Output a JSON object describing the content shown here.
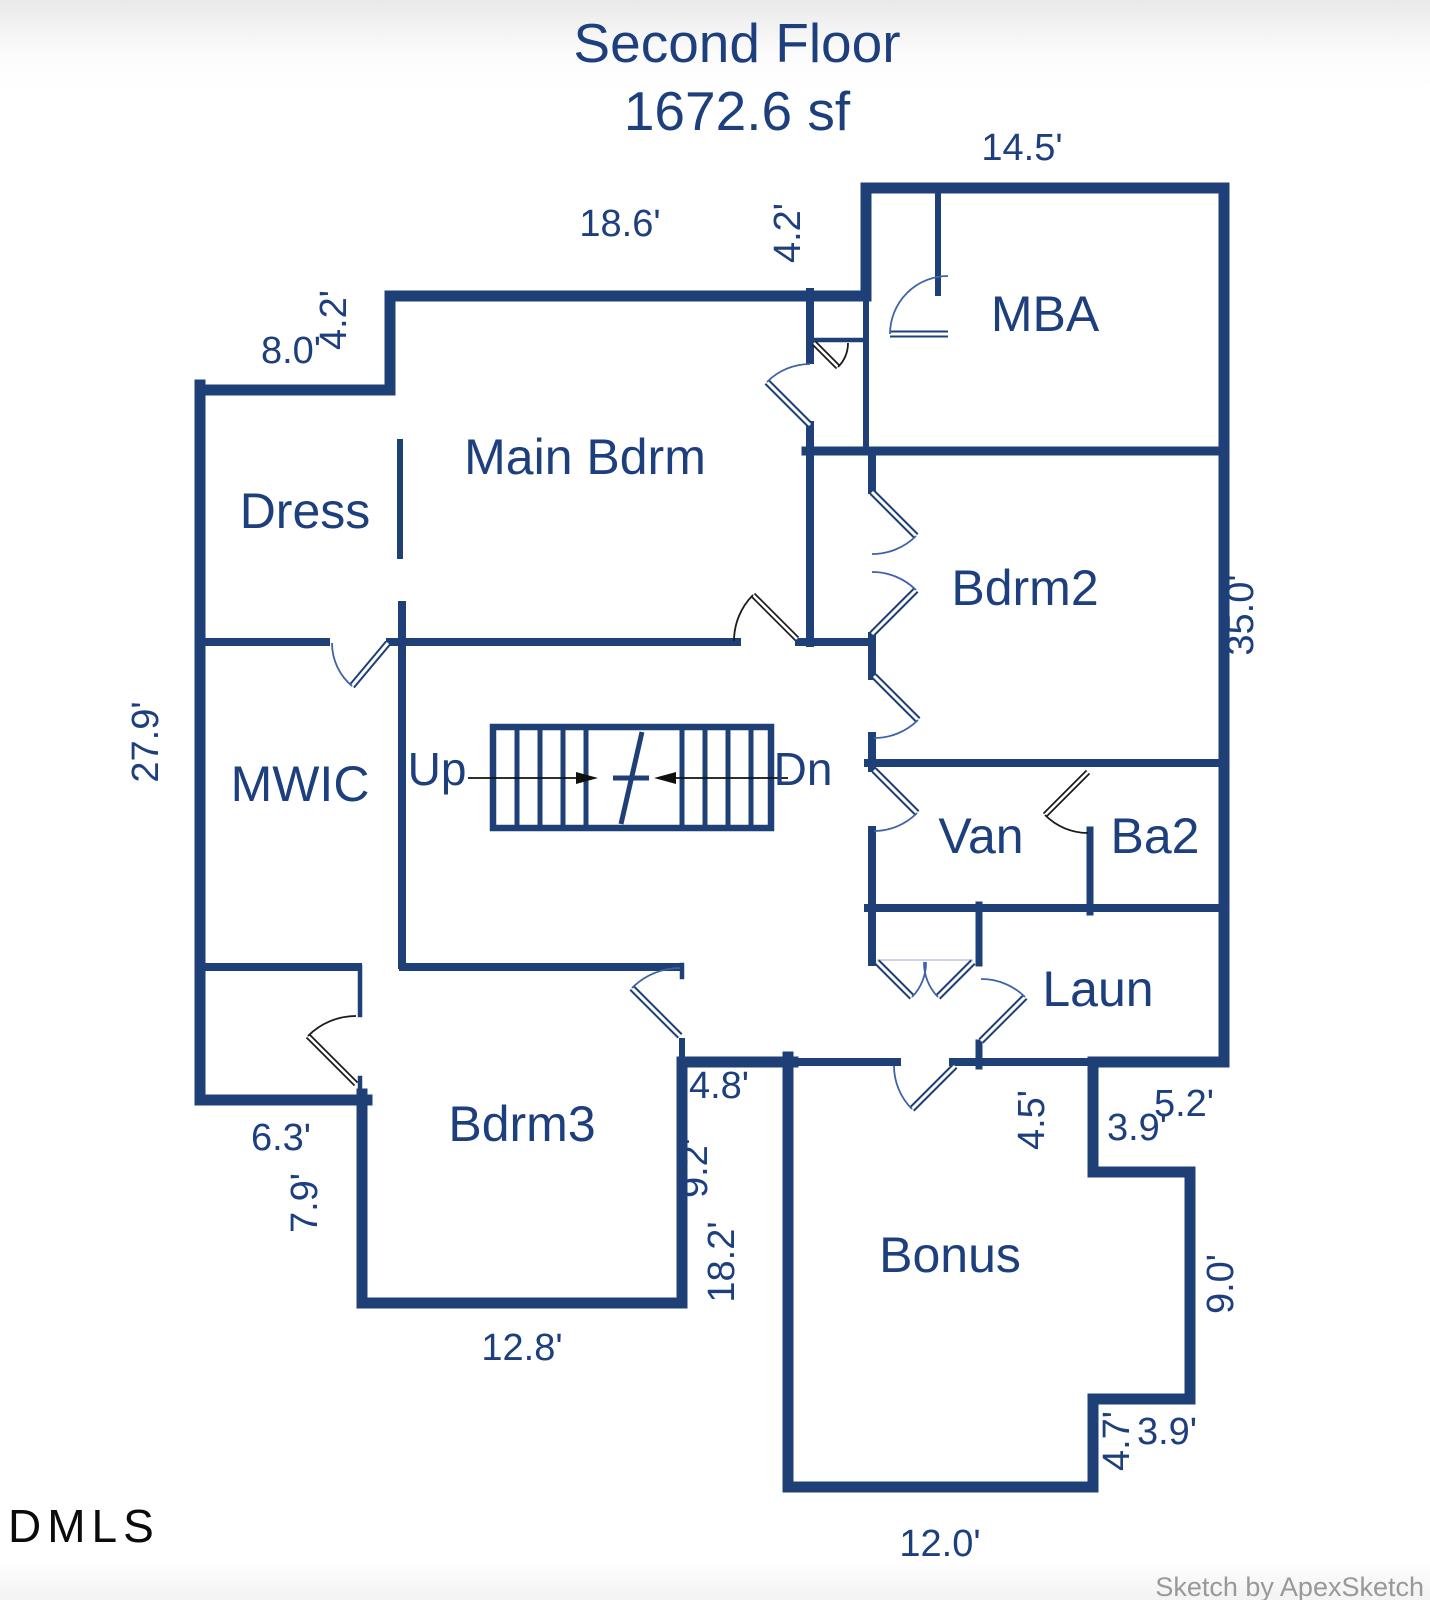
{
  "title": {
    "line1": "Second Floor",
    "line2": "1672.6 sf"
  },
  "rooms": {
    "mba": "MBA",
    "main_bdrm": "Main Bdrm",
    "dress": "Dress",
    "bdrm2": "Bdrm2",
    "mwic": "MWIC",
    "van": "Van",
    "ba2": "Ba2",
    "laun": "Laun",
    "bdrm3": "Bdrm3",
    "bonus": "Bonus"
  },
  "stairs": {
    "up": "Up",
    "dn": "Dn"
  },
  "dims": {
    "top": "14.5'",
    "main_top": "18.6'",
    "mba_left": "4.2'",
    "dress_top": "8.0'",
    "dress_jog": "4.2'",
    "right": "35.0'",
    "left": "27.9'",
    "closet_bottom": "6.3'",
    "bdrm3_left": "7.9'",
    "bdrm3_bottom": "12.8'",
    "notch_width": "4.8'",
    "notch_height": "9.2'",
    "bonus_left": "18.2'",
    "step_down": "4.5'",
    "step_right": "3.9'",
    "laun_bottom": "5.2'",
    "bonus_right": "9.0'",
    "step2_right": "3.9'",
    "step2_down": "4.7'",
    "bonus_bottom": "12.0'"
  },
  "watermark": "DMLS",
  "credit": "Sketch by ApexSketch",
  "colors": {
    "wall": "#1e4077",
    "text": "#1d3f7e",
    "door_arc": "#3f63a8",
    "black_door": "#1b1b1b",
    "credit_text": "#999999"
  }
}
